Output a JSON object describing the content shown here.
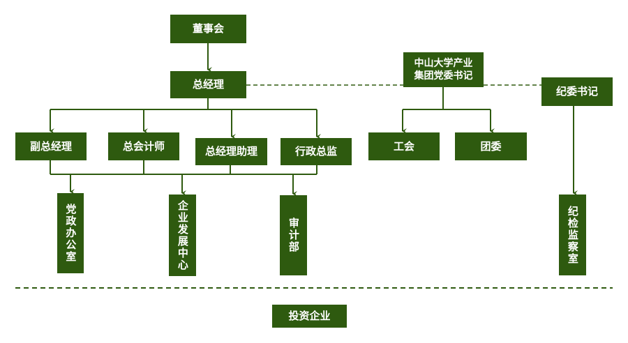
{
  "colors": {
    "box_fill": "#2e5a0f",
    "box_text": "#ffffff",
    "line": "#2e5a0f"
  },
  "nodes": {
    "board": "董事会",
    "gm": "总经理",
    "party_secretary": "中山大学产业\n集团党委书记",
    "discipline_secretary": "纪委书记",
    "deputy_gm": "副总经理",
    "chief_accountant": "总会计师",
    "gm_assistant": "总经理助理",
    "admin_director": "行政总监",
    "union": "工会",
    "youth_league": "团委",
    "party_office": "党政办公室",
    "enterprise_dev_center": "企业发展中心",
    "audit_dept": "审计部",
    "discipline_office": "纪检监察室",
    "invested_enterprises": "投资企业"
  }
}
